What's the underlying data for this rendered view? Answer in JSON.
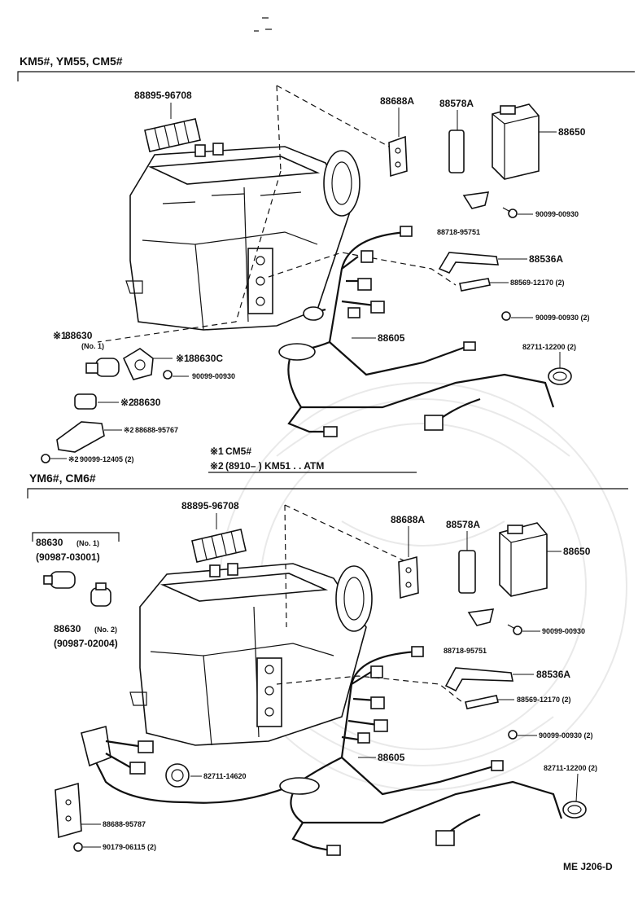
{
  "sections": {
    "top_header": "KM5#, YM55, CM5#",
    "bottom_header": "YM6#, CM6#"
  },
  "top": {
    "p1": "88895-96708",
    "p2": "88688A",
    "p3": "88578A",
    "p4": "88650",
    "p5": "90099-00930",
    "p6": "88718-95751",
    "p7": "88536A",
    "p8": "88569-12170 (2)",
    "p9": "90099-00930 (2)",
    "p10": "88605",
    "p11": "82711-12200 (2)",
    "p12_mark": "※1",
    "p12": "88630",
    "p12_sub": "(No. 1)",
    "p13_mark": "※1",
    "p13": "88630C",
    "p14": "90099-00930",
    "p15_mark": "※2",
    "p15": "88630",
    "p16_mark": "※2",
    "p16": "88688-95767",
    "p17_mark": "※2",
    "p17": "90099-12405 (2)"
  },
  "notes": {
    "n1_mark": "※1",
    "n1": "CM5#",
    "n2_mark": "※2",
    "n2": "(8910–          )  KM51 . . ATM"
  },
  "bottom": {
    "p1": "88895-96708",
    "p2": "88688A",
    "p3": "88578A",
    "p4": "88650",
    "b1": "88630",
    "b1_sub": "(No. 1)",
    "b1_code": "(90987-03001)",
    "b2": "88630",
    "b2_sub": "(No. 2)",
    "b2_code": "(90987-02004)",
    "p5": "90099-00930",
    "p6": "88718-95751",
    "p7": "88536A",
    "p8": "88569-12170 (2)",
    "p9": "90099-00930 (2)",
    "p10": "88605",
    "p11": "82711-12200 (2)",
    "p12": "82711-14620",
    "p13": "88688-95787",
    "p14": "90179-06115 (2)"
  },
  "footer": {
    "code": "ME  J206-D"
  }
}
